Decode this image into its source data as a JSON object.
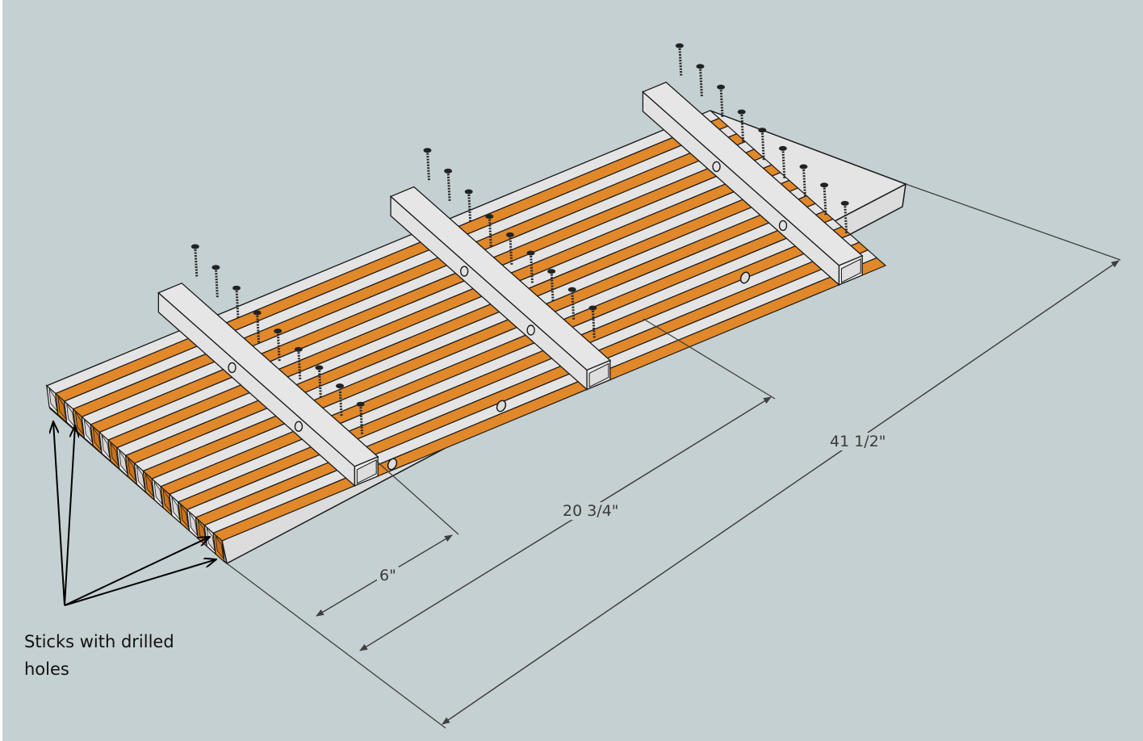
{
  "figure": {
    "background_color": "#c5d0d2",
    "slat_color_light": "#e4e4e4",
    "slat_color_orange": "#e0882a",
    "outline_color": "#1a1a1a",
    "dimension_color": "#3f3f3f"
  },
  "dimensions": {
    "near_crossbar": "6\"",
    "middle_crossbar": "20 3/4\"",
    "overall_length": "41 1/2\""
  },
  "annotation": {
    "text": "Sticks with drilled holes"
  },
  "parts": {
    "crossbars": 3,
    "screws_per_crossbar": 9,
    "slats": 20
  }
}
